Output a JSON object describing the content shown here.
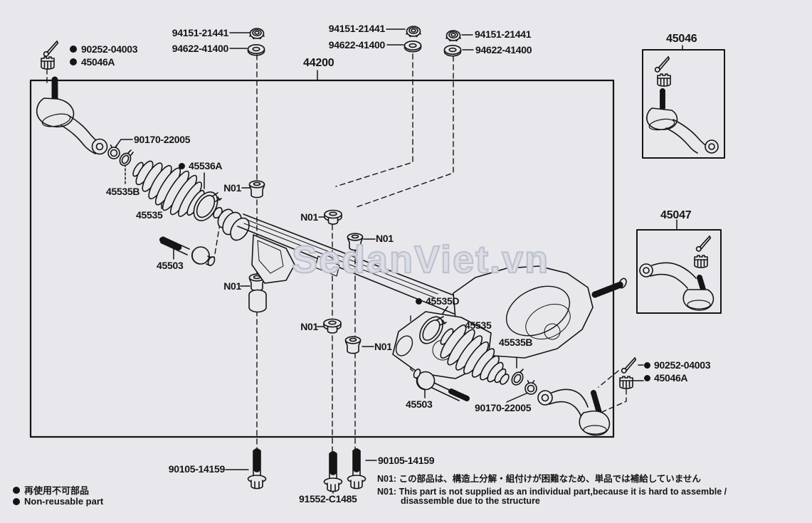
{
  "title_assembly": "44200",
  "boxes": {
    "right_top": "45046",
    "right_mid": "45047"
  },
  "fasteners": {
    "rack_mount_nut": "94151-21441",
    "rack_mount_washer": "94622-41400"
  },
  "tie_rod_end_kit": {
    "cotter_pin": "90252-04003",
    "castle_nut": "45046A"
  },
  "left_group": {
    "clamp_small": "90170-22005",
    "boot_clamp_small": "45535B",
    "boot": "45535",
    "boot_clamp_large": "45536A",
    "inner_tie_rod": "45503"
  },
  "right_group": {
    "boot_clamp_large": "45535D",
    "boot": "45535",
    "boot_clamp_small": "45535B",
    "clamp_small": "90170-22005",
    "inner_tie_rod": "45503"
  },
  "callout_code": "N01",
  "bolts": {
    "side": "90105-14159",
    "center": "91552-C1485"
  },
  "notes": {
    "jp": "N01: この部品は、構造上分解・組付けが困難なため、単品では補給していません",
    "en1": "N01: This part is not supplied as an individual part,because it is hard to assemble /",
    "en2": "disassemble due to the structure"
  },
  "legend": {
    "jp": "再使用不可部品",
    "en": "Non-reusable part"
  },
  "watermark": "SedanViet.vn",
  "colors": {
    "background": "#e8e8ec",
    "line": "#141414",
    "watermark_outline": "#bec1ce"
  },
  "icons": {
    "castle-nut-top-icon": "hex nut seen from top (ellipse ring)",
    "washer-icon": "flat washer (ellipse ring)",
    "cotter-pin-icon": "diagonal split pin with eye",
    "castle-nut-side-icon": "crenellated nut side view",
    "mount-bushing-icon": "top-hat rubber bushing (N01)",
    "mount-washer-icon": "flanged collar washer (N01)",
    "flange-bolt-icon": "long flange bolt",
    "non-reusable-bullet": "●"
  }
}
